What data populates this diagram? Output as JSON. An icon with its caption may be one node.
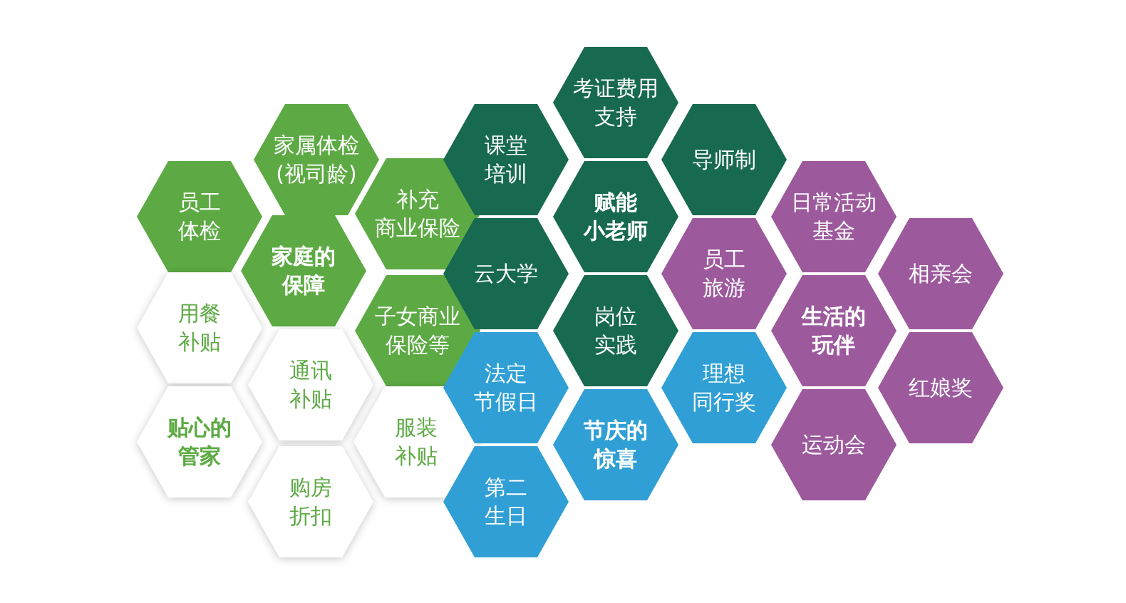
{
  "diagram": {
    "nodes": [
      {
        "text": [
          "员工体检"
        ]
      },
      {
        "text": [
          "家属体检(视司龄)"
        ]
      },
      {
        "text": [
          "家庭的保障"
        ]
      },
      {
        "text": [
          "补充商业保险"
        ]
      },
      {
        "text": [
          "子女商业保险等"
        ]
      },
      {
        "text": [
          "用餐补贴"
        ]
      },
      {
        "text": [
          "通讯补贴"
        ]
      },
      {
        "text": [
          "贴心的管家"
        ]
      },
      {
        "text": [
          "服装补贴"
        ]
      },
      {
        "text": [
          "购房折扣"
        ]
      },
      {
        "text": [
          "课堂培训"
        ]
      },
      {
        "text": [
          "考证费用支持"
        ]
      },
      {
        "text": [
          "导师制"
        ]
      },
      {
        "text": [
          "赋能小老师"
        ]
      },
      {
        "text": [
          "云大学"
        ]
      },
      {
        "text": [
          "岗位实践"
        ]
      },
      {
        "text": [
          "法定节假日"
        ]
      },
      {
        "text": [
          "节庆的惊喜"
        ]
      },
      {
        "text": [
          "第二生日"
        ]
      },
      {
        "text": [
          "理想同行奖"
        ]
      },
      {
        "text": [
          "员工旅游"
        ]
      },
      {
        "text": [
          "日常活动基金"
        ]
      },
      {
        "text": [
          "相亲会"
        ]
      },
      {
        "text": [
          "生活的玩伴"
        ]
      },
      {
        "text": [
          "红娘奖"
        ]
      },
      {
        "text": [
          "运动会"
        ]
      }
    ]
  }
}
